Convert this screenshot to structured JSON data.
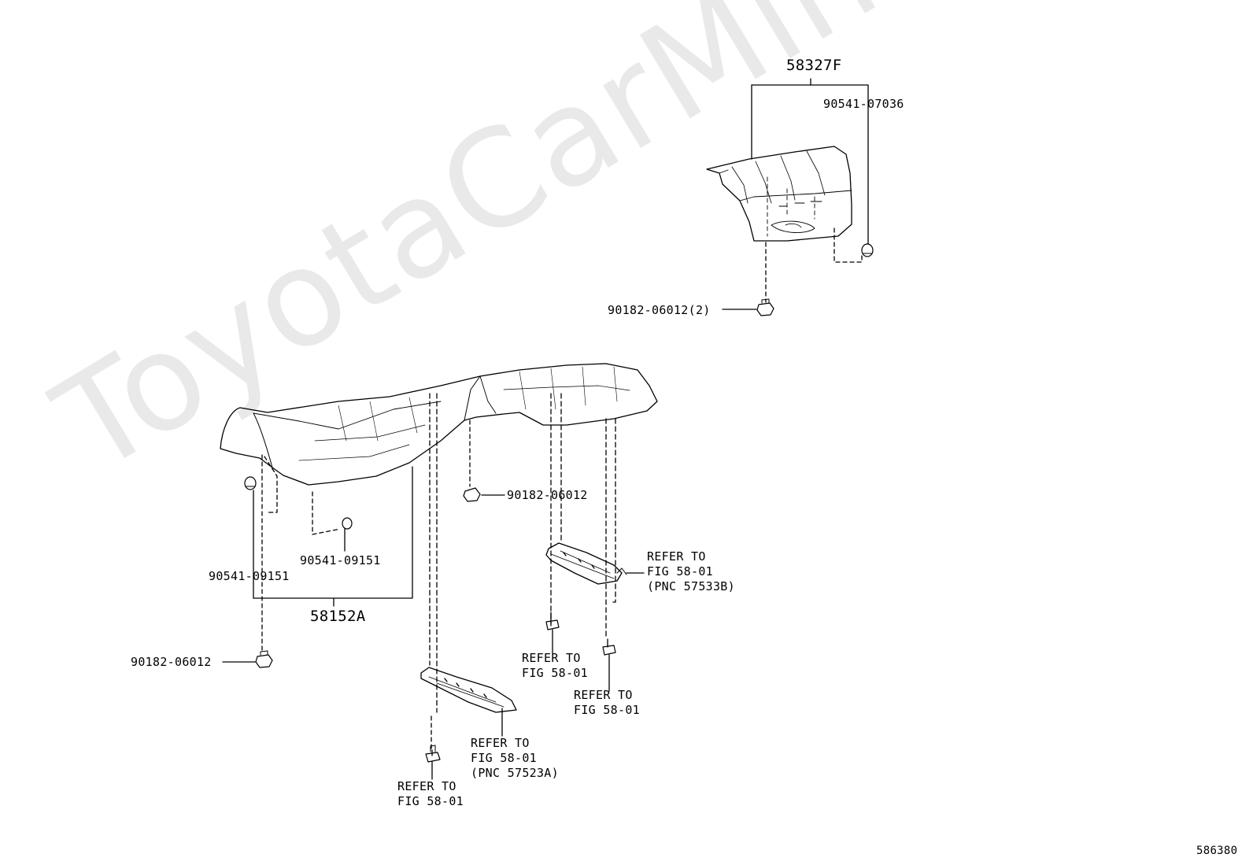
{
  "watermark": "ToyotaCarMine.ru",
  "figure_id": "586380",
  "parts": {
    "front_insulator_assy": "58327F",
    "front_clip": "90541-07036",
    "front_nut": "90182-06012(2)",
    "rear_insulator_assy": "58152A",
    "rear_clip_left": "90541-09151",
    "rear_clip_center": "90541-09151",
    "rear_nut_left": "90182-06012",
    "rear_nut_center": "90182-06012"
  },
  "references": {
    "crossmember_right": [
      "REFER TO",
      "FIG 58-01",
      "(PNC 57533B)"
    ],
    "crossmember_front": [
      "REFER TO",
      "FIG 58-01",
      "(PNC 57523A)"
    ],
    "bolt_front": [
      "REFER TO",
      "FIG 58-01"
    ],
    "bolt_mid": [
      "REFER TO",
      "FIG 58-01"
    ],
    "bolt_right": [
      "REFER TO",
      "FIG 58-01"
    ]
  },
  "colors": {
    "line": "#000000",
    "watermark": "#e9e9e9",
    "background": "#ffffff"
  }
}
